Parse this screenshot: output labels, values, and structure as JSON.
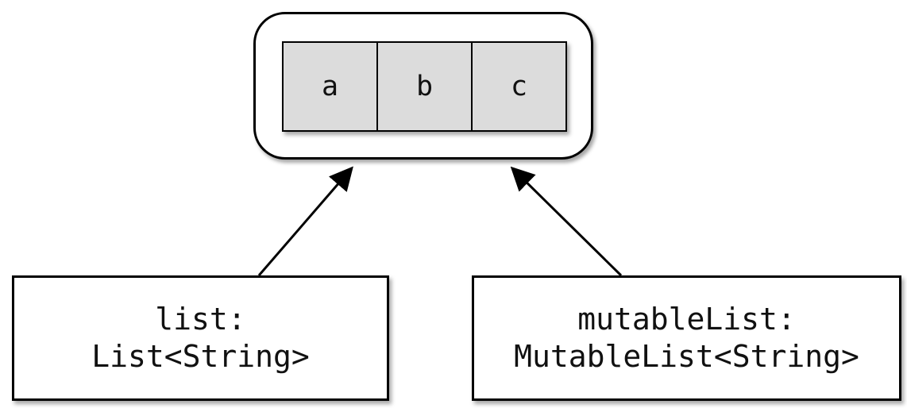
{
  "list_cells": [
    "a",
    "b",
    "c"
  ],
  "variables": {
    "list": {
      "name": "list:",
      "type": "List<String>"
    },
    "mutable_list": {
      "name": "mutableList:",
      "type": "MutableList<String>"
    }
  }
}
